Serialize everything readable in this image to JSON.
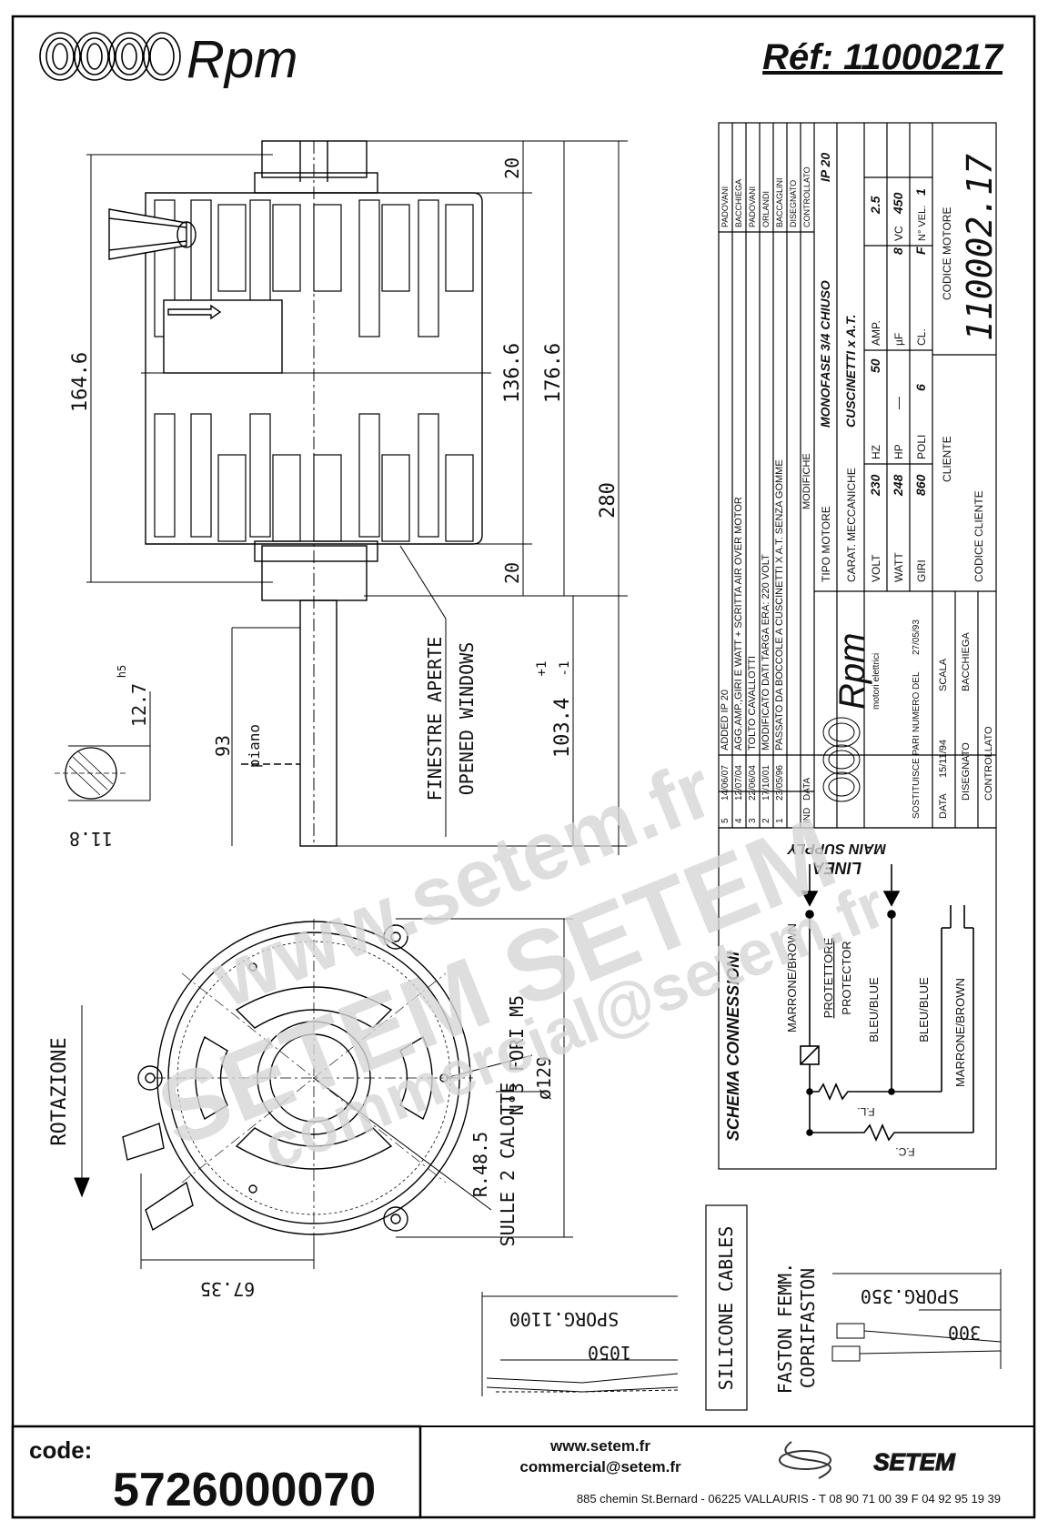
{
  "header": {
    "brand": "Rpm",
    "reference": "Réf:  11000217"
  },
  "dimensions": {
    "d164": "164.6",
    "d20a": "20",
    "d136": "136.6",
    "d176": "176.6",
    "d280": "280",
    "d20b": "20",
    "d93": "93",
    "piano": "piano",
    "d103": "103.4",
    "tol_plus": "+1",
    "tol_minus": "-1",
    "d127": "12.7",
    "h5": "h5",
    "d118": "11.8",
    "finestre": "FINESTRE APERTE",
    "windows": "OPENED WINDOWS",
    "holes": "N°3 FORI M5",
    "d129": "ø129",
    "r485": "R.48.5",
    "calotte": "SULLE 2 CALOTTE",
    "d6735": "67.35",
    "rotazione": "ROTAZIONE",
    "sporg1100": "SPORG.1100",
    "d1050": "1050",
    "silicone": "SILICONE CABLES",
    "faston1": "FASTON FEMM.",
    "faston2": "COPRIFASTON",
    "sporg350": "SPORG.350",
    "d300": "300"
  },
  "revisions": {
    "headers": {
      "ind": "IND",
      "date": "DATA",
      "changes": "MODIFICHE"
    },
    "rows": [
      {
        "ind": "5",
        "date": "14/06/07",
        "text": "ADDED IP 20",
        "who": "PADOVANI"
      },
      {
        "ind": "4",
        "date": "12/07/04",
        "text": "AGG.AMP.,GIRI E WATT + SCRITTA AIR OVER MOTOR",
        "who": "BACCHIEGA"
      },
      {
        "ind": "3",
        "date": "22/06/04",
        "text": "TOLTO CAVALLOTTI",
        "who": "PADOVANI"
      },
      {
        "ind": "2",
        "date": "17/10/01",
        "text": "MODIFICATO DATI TARGA ERA: 220 VOLT",
        "who": "ORLANDI"
      },
      {
        "ind": "1",
        "date": "23/05/96",
        "text": "PASSATO DA BOCCOLE A CUSCINETTI X A.T. SENZA GOMME",
        "who": "BACCAGLINI"
      }
    ],
    "disegnato": "DISEGNATO",
    "controllato": "CONTROLLATO"
  },
  "specs": {
    "tipo_label": "TIPO MOTORE",
    "tipo_value": "MONOFASE 3/4 CHIUSO",
    "ip": "IP 20",
    "carat_label": "CARAT. MECCANICHE",
    "carat_value": "CUSCINETTI x A.T.",
    "volt_label": "VOLT",
    "volt": "230",
    "hz_label": "HZ",
    "hz": "50",
    "amp_label": "AMP.",
    "amp": "2.5",
    "watt_label": "WATT",
    "watt": "248",
    "hp_label": "HP",
    "hp": "—",
    "uf_label": "µF",
    "uf": "8",
    "vc_label": "VC",
    "vc": "450",
    "giri_label": "GIRI",
    "giri": "860",
    "poli_label": "POLI",
    "poli": "6",
    "cl_label": "CL.",
    "cl": "F",
    "nvel_label": "N° VEL.",
    "nvel": "1",
    "cliente_label": "CLIENTE",
    "codice_motore_label": "CODICE MOTORE",
    "codice_motore": "110002.17",
    "codice_cliente_label": "CODICE CLIENTE",
    "brand": "Rpm",
    "brand_sub": "motori elettrici",
    "sostituisce": "SOSTITUISCE PARI NUMERO DEL",
    "sost_date": "27/05/93",
    "scala": "SCALA",
    "data_label": "DATA",
    "data_value": "15/11/94",
    "disegnato_label": "DISEGNATO",
    "disegnato_value": "BACCHIEGA",
    "controllato_label": "CONTROLLATO"
  },
  "schema": {
    "title": "SCHEMA CONNESSIONI",
    "linea": "LINEA",
    "main": "MAIN SUPPLY",
    "marrone_brown": "MARRONE/BROWN",
    "protettore": "PROTETTORE",
    "protector": "PROTECTOR",
    "bleu1": "BLEU/BLUE",
    "bleu2": "BLEU/BLUE",
    "marrone_brown2": "MARRONE/BROWN",
    "fl": "F.L.",
    "fc": "F.C."
  },
  "footer": {
    "code_label": "code:",
    "code_value": "5726000070",
    "web": "www.setem.fr",
    "email": "commercial@setem.fr",
    "company": "SETEM",
    "address": "885 chemin St.Bernard  -  06225 VALLAURIS  -  T 08 90 71 00 39   F 04 92 95 19 39"
  },
  "watermark": {
    "line1": "www.setem.fr",
    "line2": "SETEM SETEM",
    "line3": "commercial@setem.fr"
  }
}
